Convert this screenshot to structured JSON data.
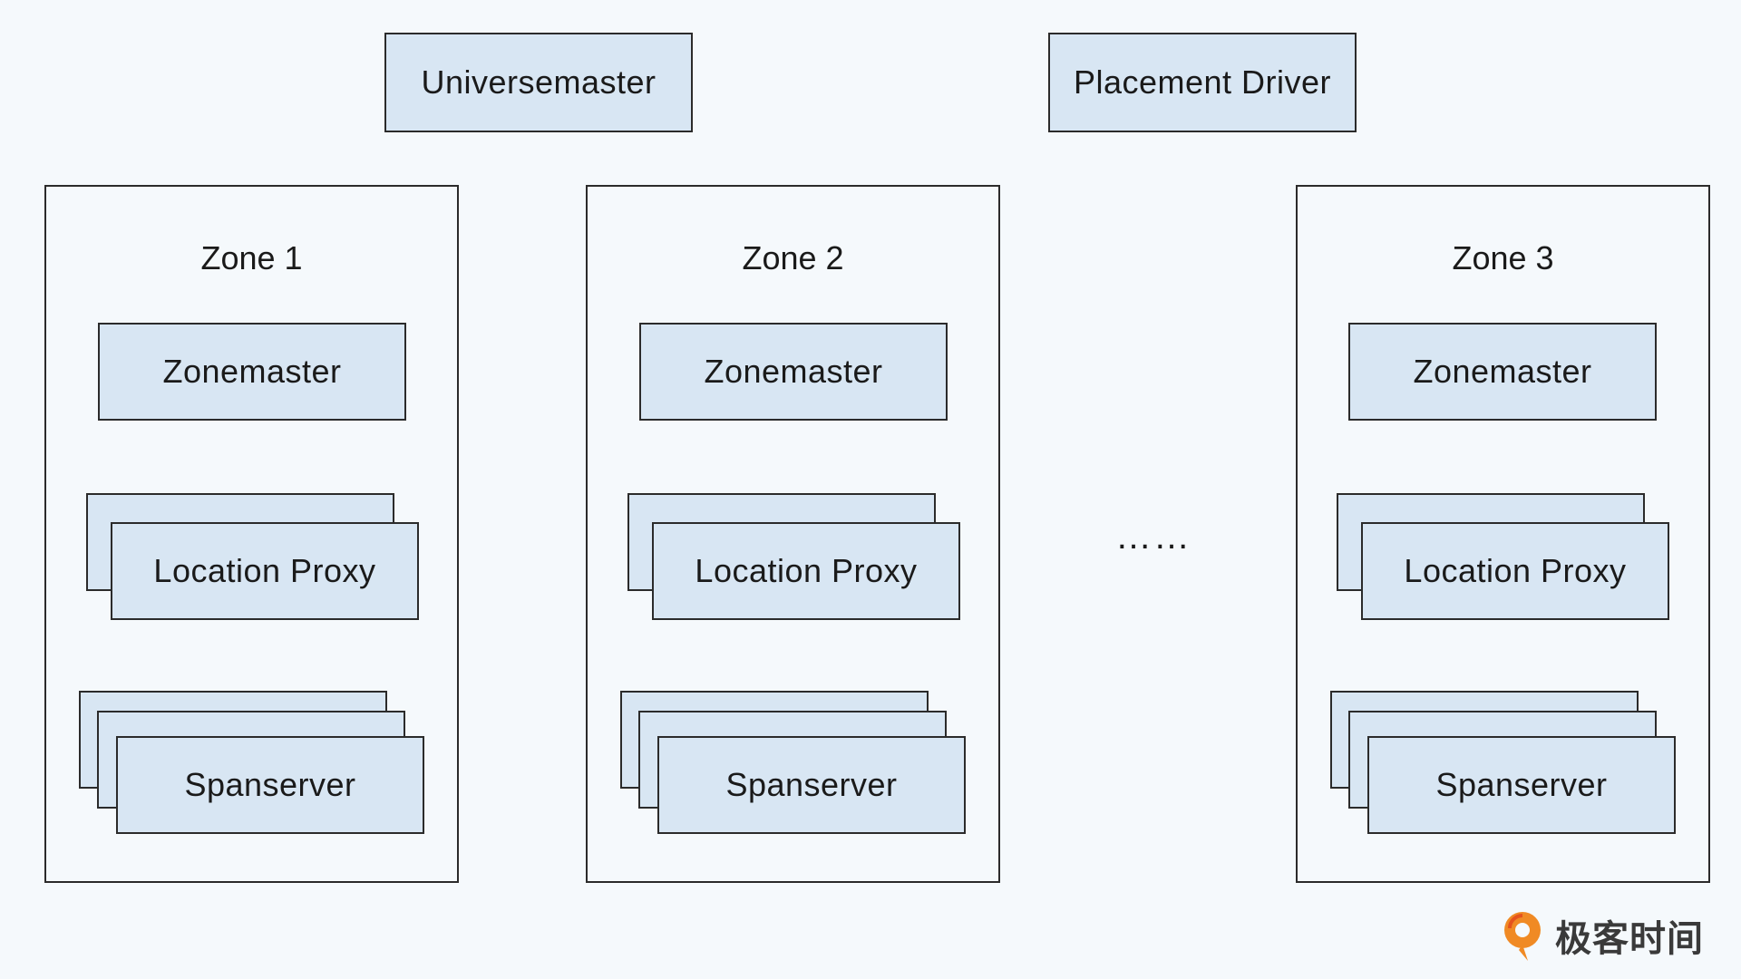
{
  "top": {
    "universemaster": "Universemaster",
    "placement_driver": "Placement Driver"
  },
  "zones": [
    {
      "title": "Zone 1",
      "zonemaster": "Zonemaster",
      "location_proxy": "Location Proxy",
      "spanserver": "Spanserver"
    },
    {
      "title": "Zone 2",
      "zonemaster": "Zonemaster",
      "location_proxy": "Location Proxy",
      "spanserver": "Spanserver"
    },
    {
      "title": "Zone 3",
      "zonemaster": "Zonemaster",
      "location_proxy": "Location Proxy",
      "spanserver": "Spanserver"
    }
  ],
  "ellipsis": "……",
  "brand": {
    "text": "极客时间",
    "icon": "geektime-logo-icon",
    "color": "#f08a24"
  },
  "colors": {
    "box_fill": "#d8e6f3",
    "stroke": "#2b2b2b",
    "background": "#f5f9fc"
  }
}
